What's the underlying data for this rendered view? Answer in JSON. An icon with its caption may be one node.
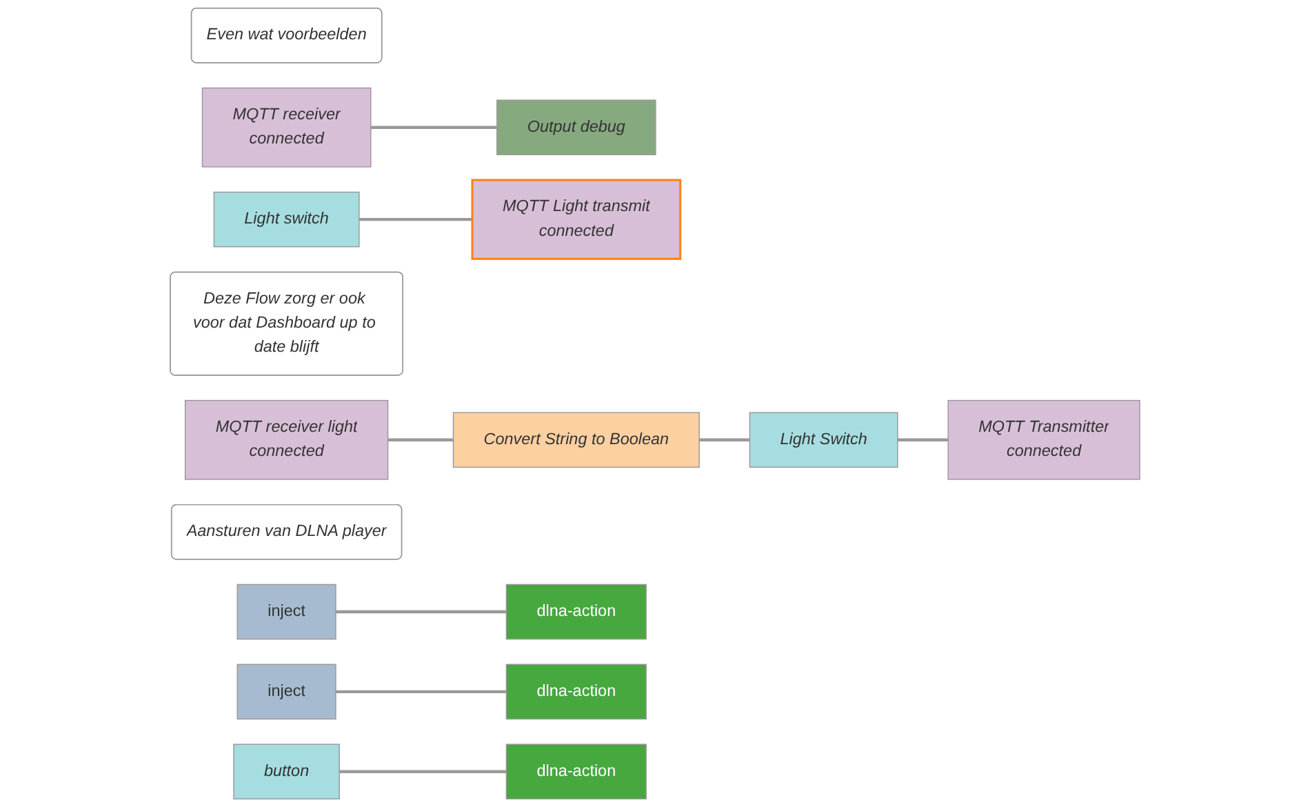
{
  "diagram": {
    "nodes": [
      {
        "text": [
          "Even wat voorbeelden"
        ]
      },
      {
        "text": [
          "MQTT receiver",
          "connected"
        ]
      },
      {
        "text": [
          "Output debug"
        ]
      },
      {
        "text": [
          "Light switch"
        ]
      },
      {
        "text": [
          "MQTT Light transmit",
          "connected"
        ]
      },
      {
        "text": [
          "Deze Flow zorg er ook voor dat Dashboard up to date blijft"
        ]
      },
      {
        "text": [
          "MQTT receiver light",
          "connected"
        ]
      },
      {
        "text": [
          "Convert String to Boolean"
        ]
      },
      {
        "text": [
          "Light Switch"
        ]
      },
      {
        "text": [
          "MQTT Transmitter",
          "connected"
        ]
      },
      {
        "text": [
          "Aansturen van DLNA player"
        ]
      },
      {
        "text": [
          "inject"
        ]
      },
      {
        "text": [
          "dlna-action"
        ]
      },
      {
        "text": [
          "inject"
        ]
      },
      {
        "text": [
          "dlna-action"
        ]
      },
      {
        "text": [
          "button"
        ]
      },
      {
        "text": [
          "dlna-action"
        ]
      }
    ],
    "edges": [
      {
        "from": 1,
        "to": 2,
        "arrow": "none"
      },
      {
        "from": 3,
        "to": 4,
        "arrow": "none"
      },
      {
        "from": 6,
        "to": 7,
        "arrow": "none"
      },
      {
        "from": 7,
        "to": 8,
        "arrow": "none"
      },
      {
        "from": 8,
        "to": 9,
        "arrow": "none"
      },
      {
        "from": 11,
        "to": 12,
        "arrow": "none"
      },
      {
        "from": 13,
        "to": 14,
        "arrow": "none"
      },
      {
        "from": 15,
        "to": 16,
        "arrow": "none"
      }
    ]
  }
}
